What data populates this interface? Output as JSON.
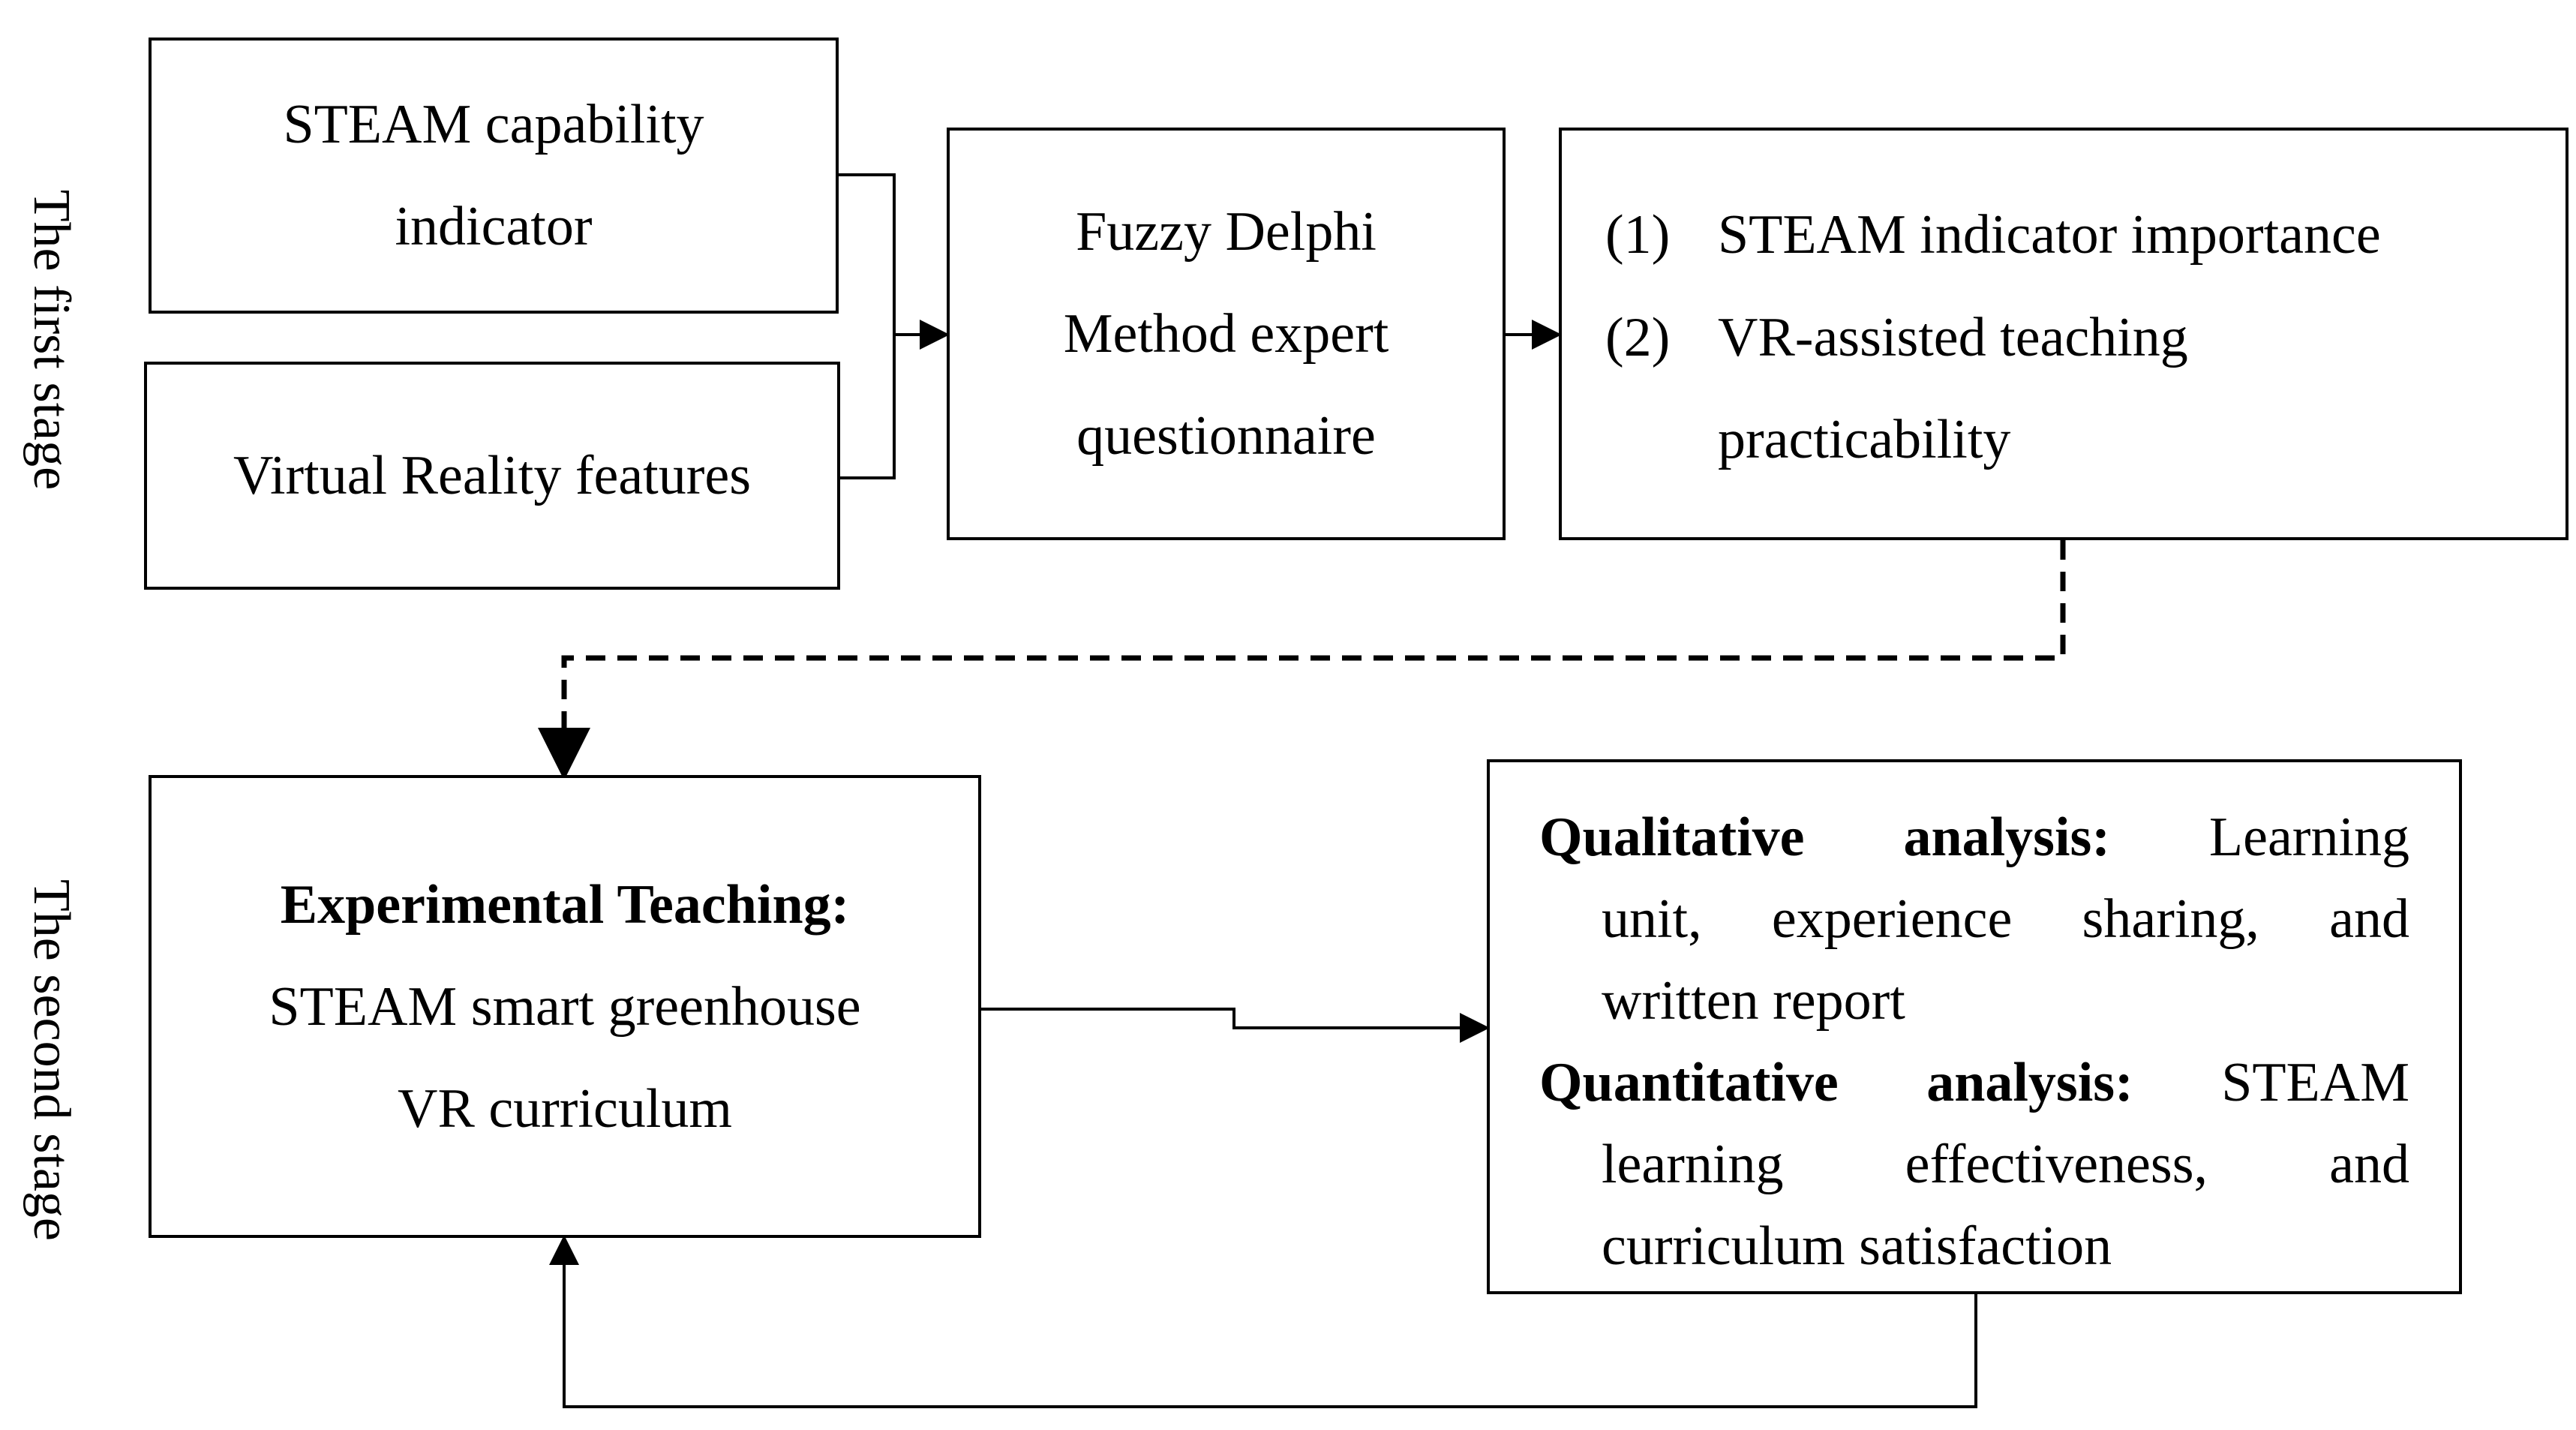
{
  "stages": {
    "first": "The first stage",
    "second": "The second stage"
  },
  "boxes": {
    "steam_indicator": {
      "line1": "STEAM capability",
      "line2": "indicator"
    },
    "vr_features": {
      "text": "Virtual Reality features"
    },
    "fuzzy_delphi": {
      "line1": "Fuzzy Delphi",
      "line2": "Method expert",
      "line3": "questionnaire"
    },
    "outcomes": {
      "items": [
        {
          "num": "(1)",
          "text": "STEAM indicator importance"
        },
        {
          "num": "(2)",
          "text": "VR-assisted teaching",
          "cont": "practicability"
        }
      ]
    },
    "experimental": {
      "title": "Experimental Teaching:",
      "line1": "STEAM smart greenhouse",
      "line2": "VR curriculum"
    },
    "analysis": {
      "qualitative_label": "Qualitative analysis:",
      "qualitative_first": "Learning",
      "qualitative_line2": "unit, experience sharing, and",
      "qualitative_line3": "written report",
      "quantitative_label": "Quantitative analysis:",
      "quantitative_first": "STEAM",
      "quantitative_line2": "learning effectiveness, and",
      "quantitative_line3": "curriculum satisfaction"
    }
  },
  "colors": {
    "stroke": "#000000",
    "background": "#ffffff"
  }
}
